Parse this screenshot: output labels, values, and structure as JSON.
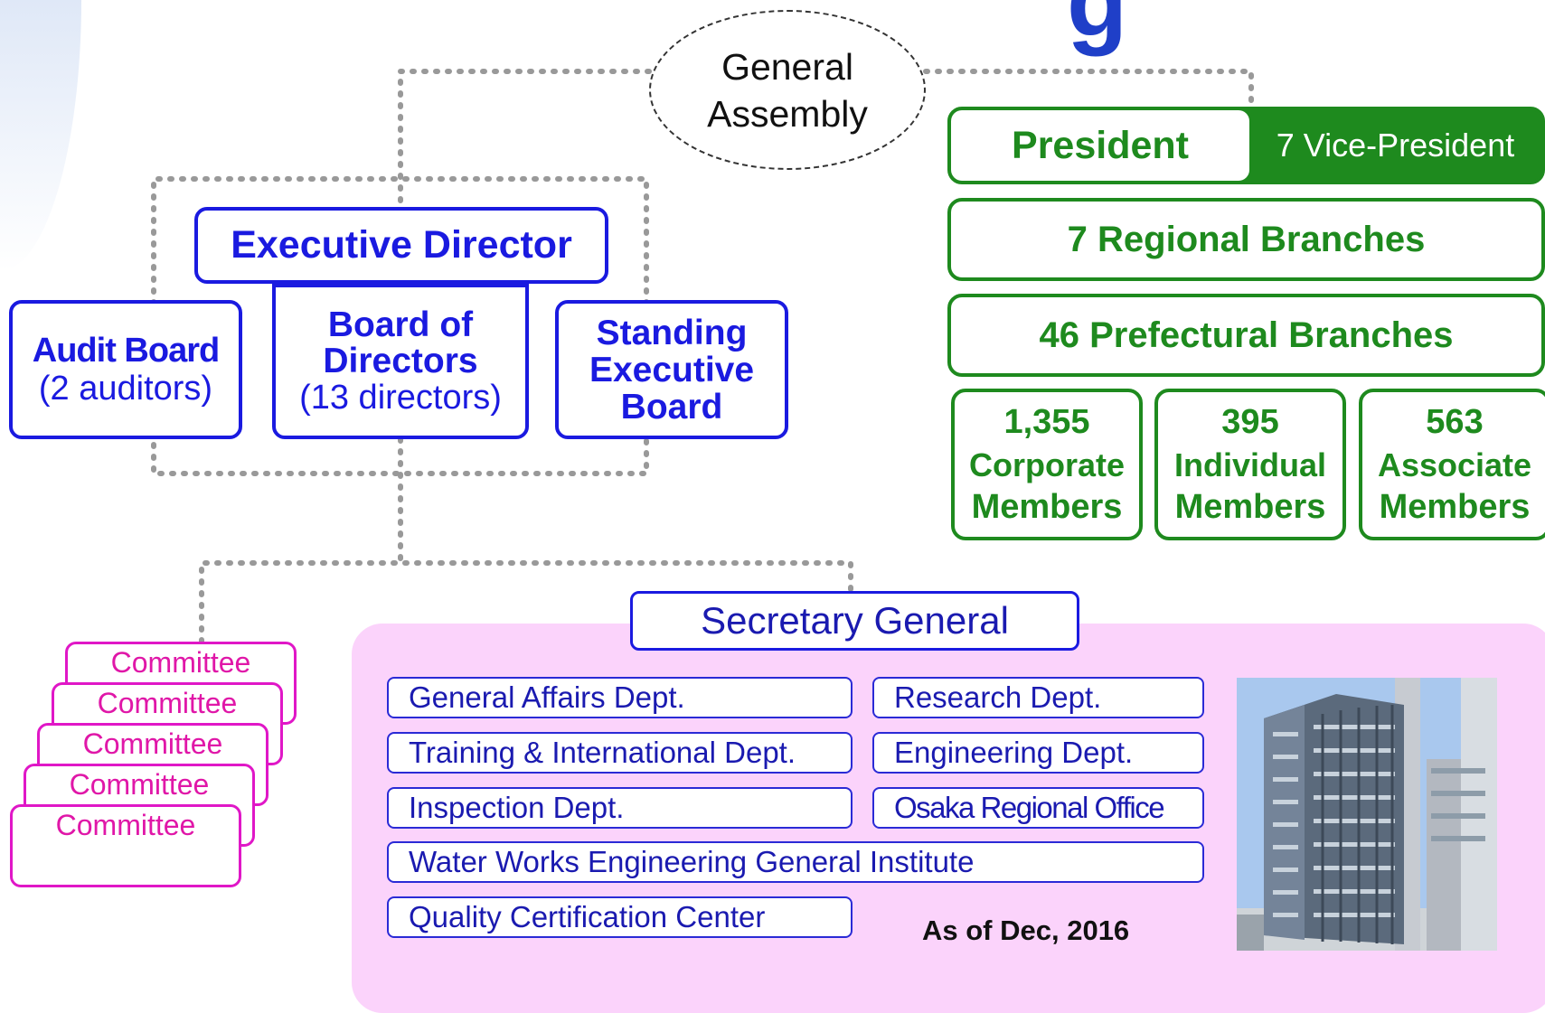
{
  "title_fragment": "g",
  "general_assembly": {
    "line1": "General",
    "line2": "Assembly"
  },
  "executive_director": "Executive Director",
  "audit_board": {
    "title": "Audit Board",
    "detail": "(2 auditors)"
  },
  "board_of_directors": {
    "line1": "Board of",
    "line2": "Directors",
    "detail": "(13 directors)"
  },
  "standing_board": {
    "line1": "Standing",
    "line2": "Executive",
    "line3": "Board"
  },
  "president": "President",
  "vice_president": "7 Vice-President",
  "regional_branches": "7 Regional Branches",
  "prefectural_branches": "46 Prefectural Branches",
  "members": [
    {
      "count": "1,355",
      "type": "Corporate",
      "label": "Members"
    },
    {
      "count": "395",
      "type": "Individual",
      "label": "Members"
    },
    {
      "count": "563",
      "type": "Associate",
      "label": "Members"
    }
  ],
  "committees": [
    "Committee",
    "Committee",
    "Committee",
    "Committee",
    "Committee"
  ],
  "secretary_general": "Secretary General",
  "departments": {
    "general_affairs": "General Affairs Dept.",
    "research": "Research Dept.",
    "training_international": "Training & International Dept.",
    "engineering": "Engineering Dept.",
    "inspection": "Inspection Dept.",
    "osaka_office": "Osaka Regional Office",
    "water_works_institute": "Water Works Engineering General Institute",
    "quality_center": "Quality Certification Center"
  },
  "as_of": "As of Dec, 2016",
  "colors": {
    "blue": "#1a1ae0",
    "green": "#1e8a1e",
    "magenta": "#e017c7",
    "pink_panel": "#fbd3fb",
    "connector": "#999999"
  }
}
